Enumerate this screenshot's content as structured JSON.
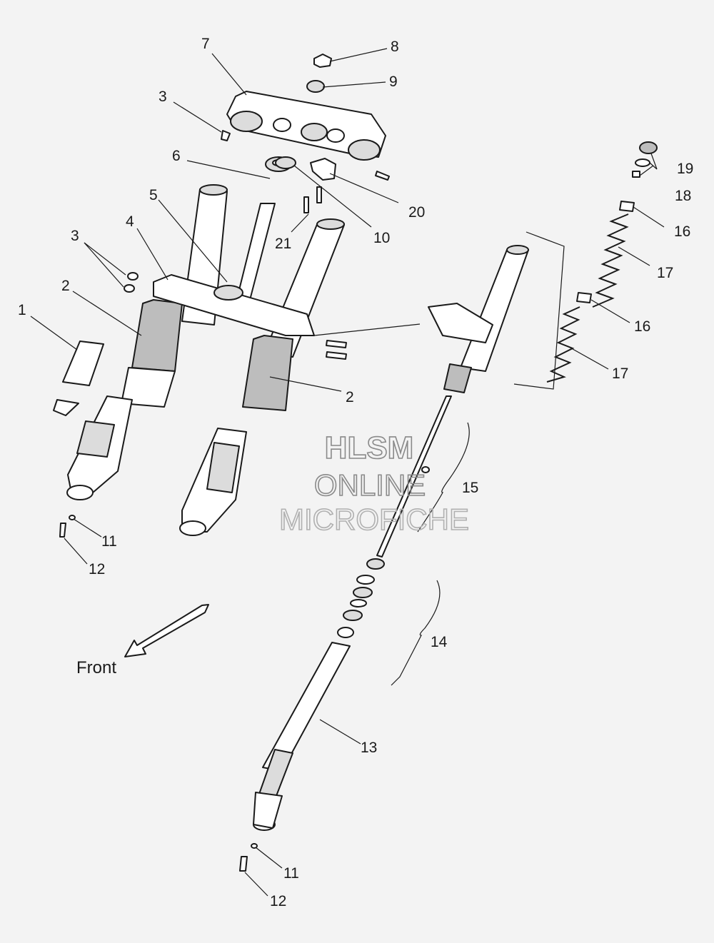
{
  "watermark": {
    "line1": "HLSM",
    "line2": "ONLINE",
    "line3": "MICROFICHE"
  },
  "front_label": "Front",
  "callouts": {
    "c1": "1",
    "c2a": "2",
    "c2b": "2",
    "c3a": "3",
    "c3b": "3",
    "c4": "4",
    "c5": "5",
    "c6": "6",
    "c7": "7",
    "c8": "8",
    "c9": "9",
    "c10": "10",
    "c11a": "11",
    "c11b": "11",
    "c12a": "12",
    "c12b": "12",
    "c13": "13",
    "c14": "14",
    "c15": "15",
    "c16a": "16",
    "c16b": "16",
    "c17a": "17",
    "c17b": "17",
    "c18": "18",
    "c19": "19",
    "c20": "20",
    "c21": "21"
  },
  "colors": {
    "line": "#1a1a1a",
    "background": "#f3f3f3",
    "watermark": "#8a8a8a"
  }
}
